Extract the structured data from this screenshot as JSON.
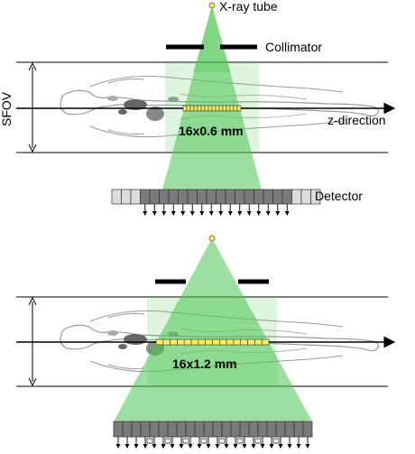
{
  "top_panel": {
    "source_label": "X-ray tube",
    "collimator_label": "Collimator",
    "fov_label": "SFOV",
    "axis_label": "z-direction",
    "slice_label": "16x0.6 mm",
    "detector_label": "Detector"
  },
  "bottom_panel": {
    "slice_label": "16x1.2 mm"
  },
  "colors": {
    "beam_fill": "#4cc552",
    "beam_light": "#a8e0a0",
    "detector_active": "#7a7a7a",
    "detector_inactive": "#dcdcdc",
    "source_dot": "#f5ef5a",
    "body_outline": "#9a9a9a",
    "organ_dark": "#555555"
  }
}
